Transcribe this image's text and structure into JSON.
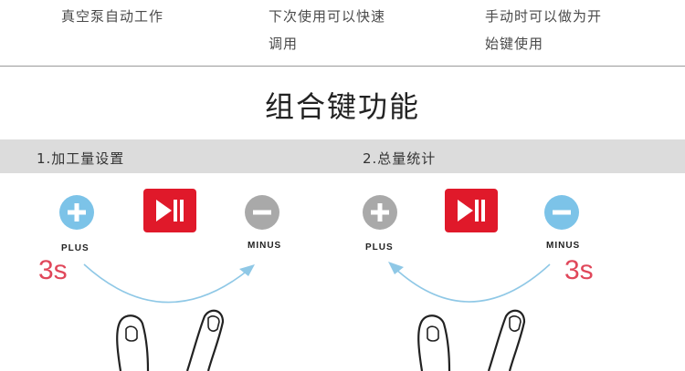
{
  "top_notes": [
    {
      "lines": [
        "真空泵自动工作"
      ]
    },
    {
      "lines": [
        "下次使用可以快速",
        "调用"
      ]
    },
    {
      "lines": [
        "手动时可以做为开",
        "始键使用"
      ]
    }
  ],
  "section_title": "组合键功能",
  "combos": [
    {
      "label": "1.加工量设置",
      "plus_label": "PLUS",
      "minus_label": "MINUS",
      "hold_time": "3s",
      "active": "plus"
    },
    {
      "label": "2.总量统计",
      "plus_label": "PLUS",
      "minus_label": "MINUS",
      "hold_time": "3s",
      "active": "minus"
    }
  ],
  "colors": {
    "active_button": "#7cc3e8",
    "inactive_button": "#a9a9a9",
    "play_button": "#e0192a",
    "hold_time_text": "#e0475a",
    "arrow": "#8fc8e6"
  },
  "icons": [
    "plus-icon",
    "minus-icon",
    "play-pause-icon",
    "curved-arrow-icon",
    "two-fingers-icon"
  ]
}
